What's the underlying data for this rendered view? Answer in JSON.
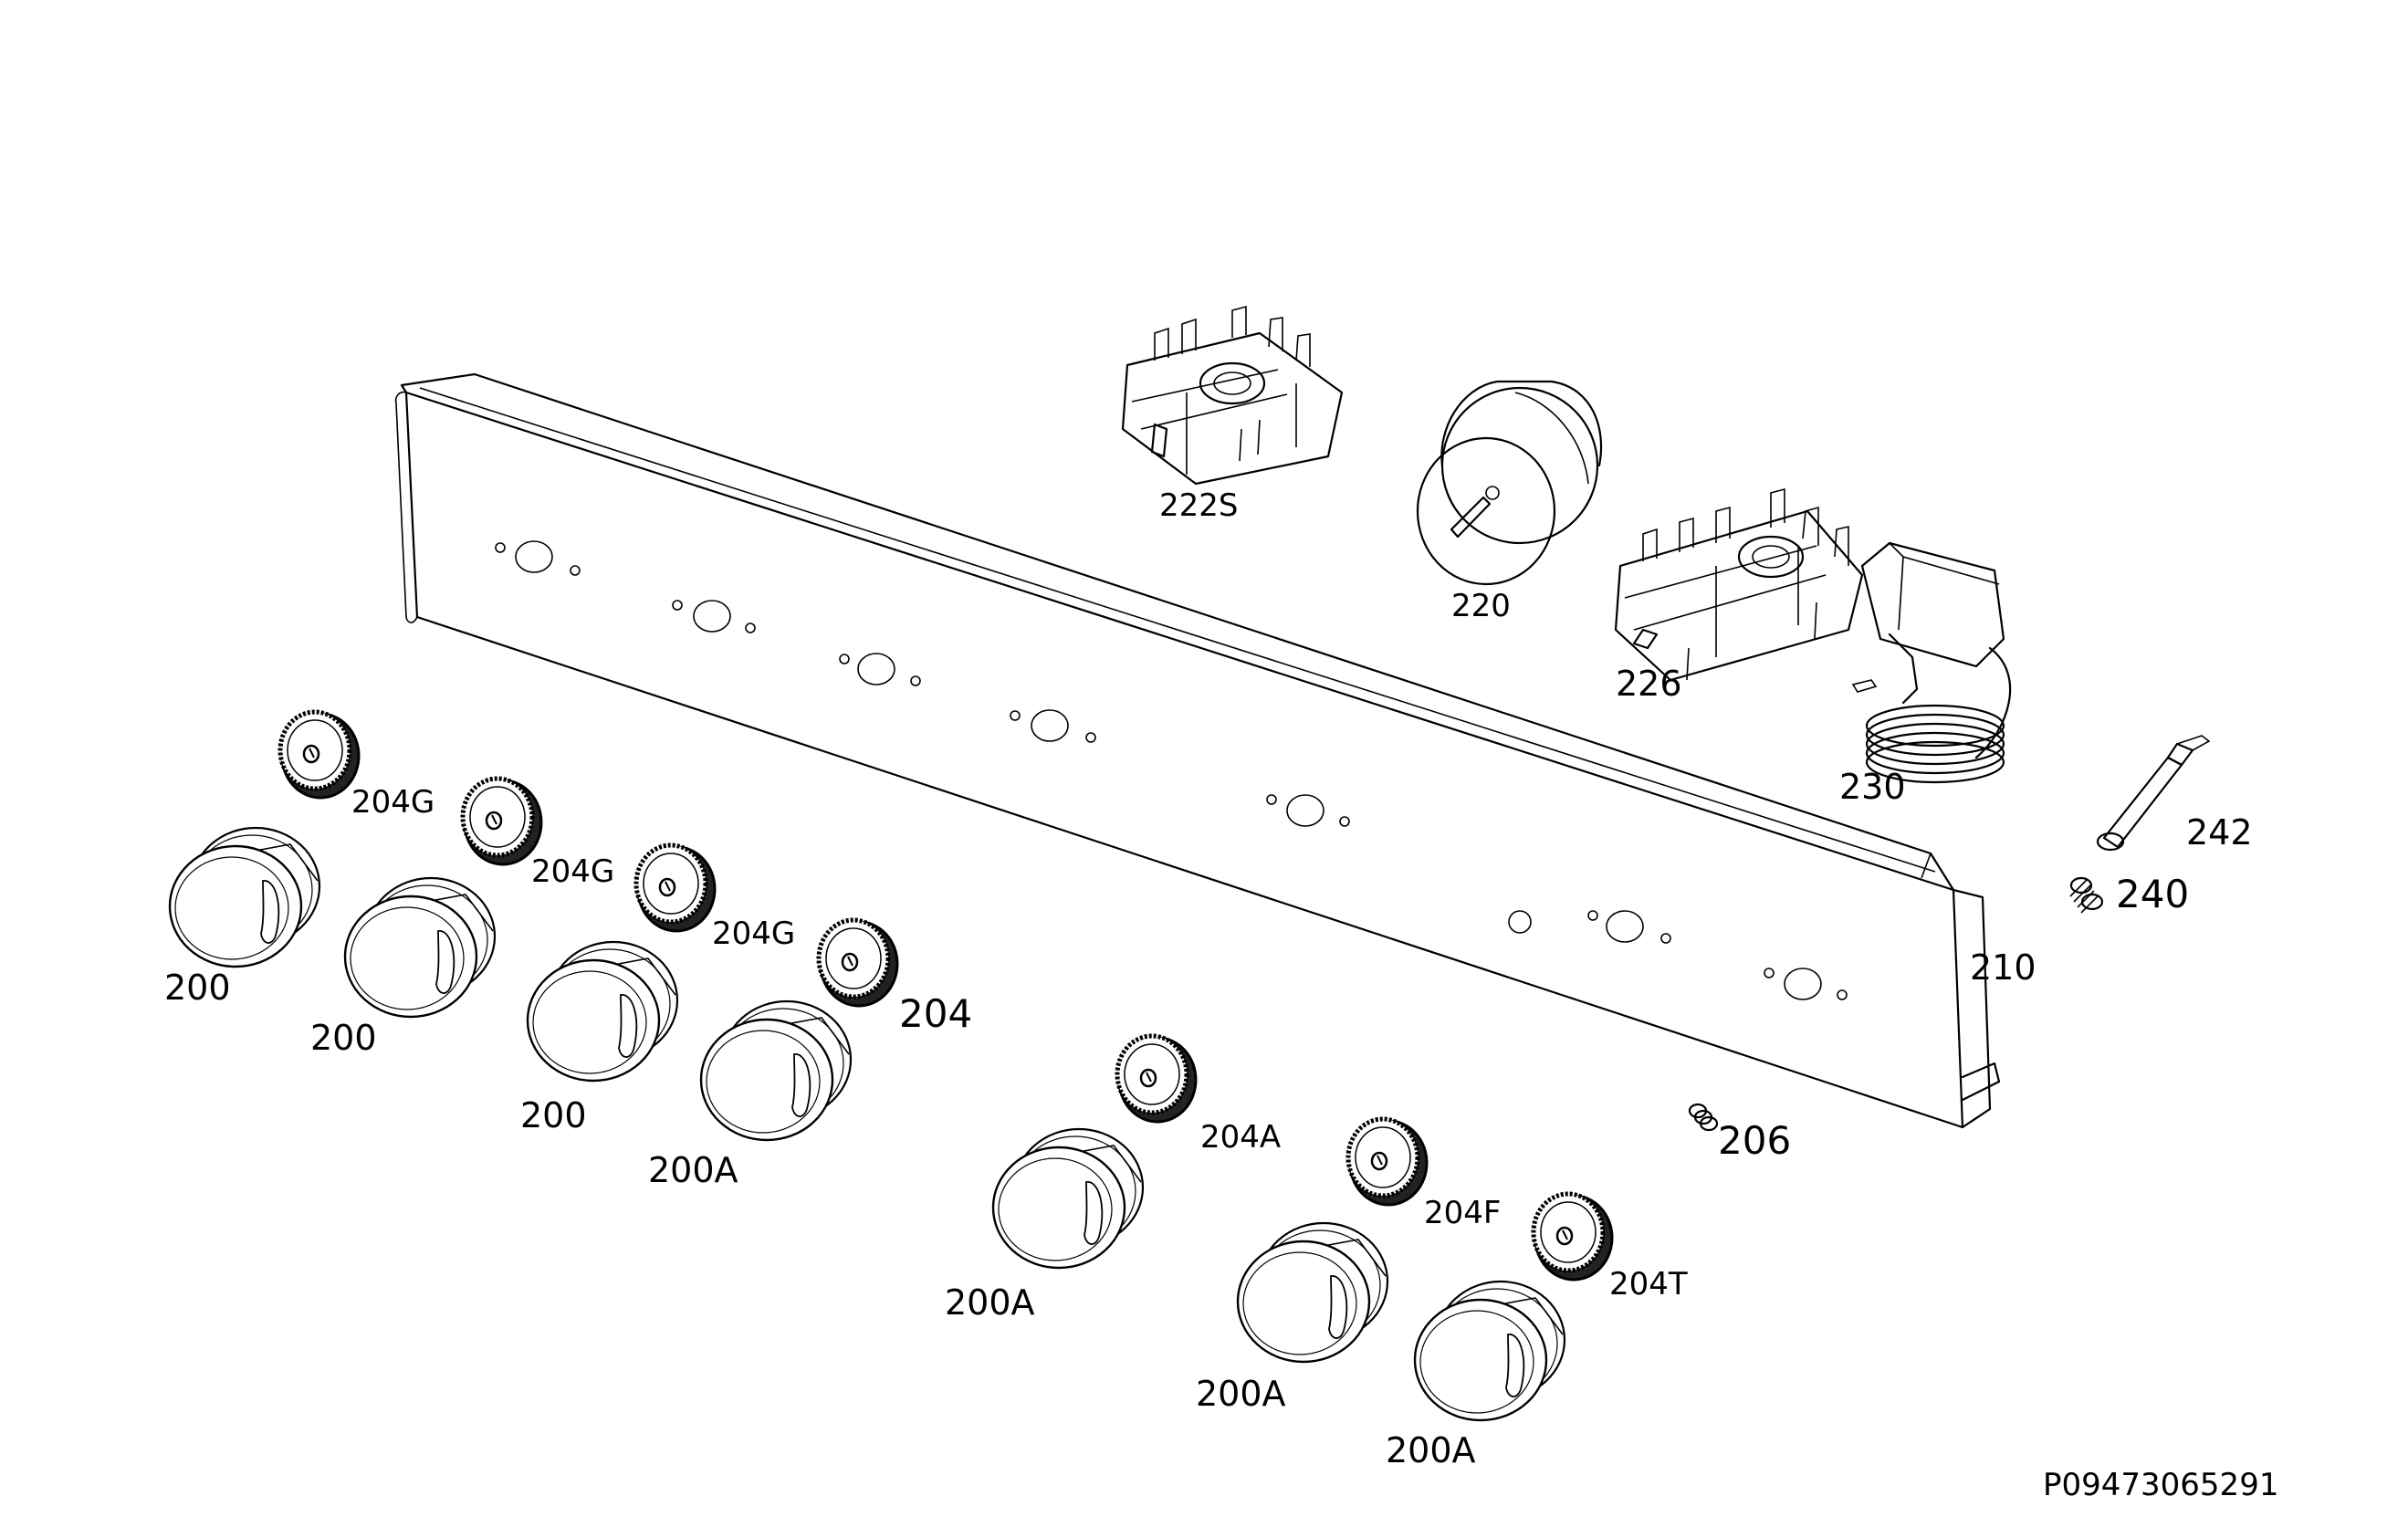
{
  "labels": {
    "p200_1": "200",
    "p200_2": "200",
    "p200_3": "200",
    "p200a_1": "200A",
    "p200a_2": "200A",
    "p200a_3": "200A",
    "p200a_4": "200A",
    "p204g_1": "204G",
    "p204g_2": "204G",
    "p204g_3": "204G",
    "p204": "204",
    "p204a": "204A",
    "p204f": "204F",
    "p204t": "204T",
    "p206": "206",
    "p210": "210",
    "p220": "220",
    "p222s": "222S",
    "p226": "226",
    "p230": "230",
    "p240": "240",
    "p242": "242"
  },
  "drawing_id": "P09473065291"
}
